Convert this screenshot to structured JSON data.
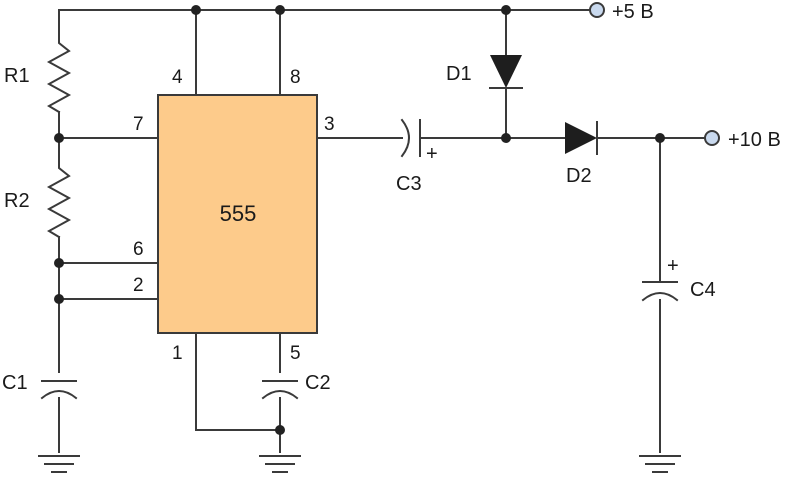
{
  "diagram": {
    "ic": {
      "label": "555",
      "fill": "#FDCB8B",
      "pins": {
        "p1": "1",
        "p2": "2",
        "p3": "3",
        "p4": "4",
        "p5": "5",
        "p6": "6",
        "p7": "7",
        "p8": "8"
      }
    },
    "components": {
      "r1": "R1",
      "r2": "R2",
      "c1": "C1",
      "c2": "C2",
      "c3": "C3",
      "c4": "C4",
      "d1": "D1",
      "d2": "D2"
    },
    "polarity_marks": {
      "c3_plus": "+",
      "c4_plus": "+"
    },
    "terminals": {
      "supply": {
        "label": "+5 В",
        "color": "#C9D9EE"
      },
      "output": {
        "label": "+10 В",
        "color": "#C9D9EE"
      }
    },
    "colors": {
      "wire": "#3a3a3a",
      "node": "#222222",
      "diode": "#1e1e1e"
    }
  }
}
